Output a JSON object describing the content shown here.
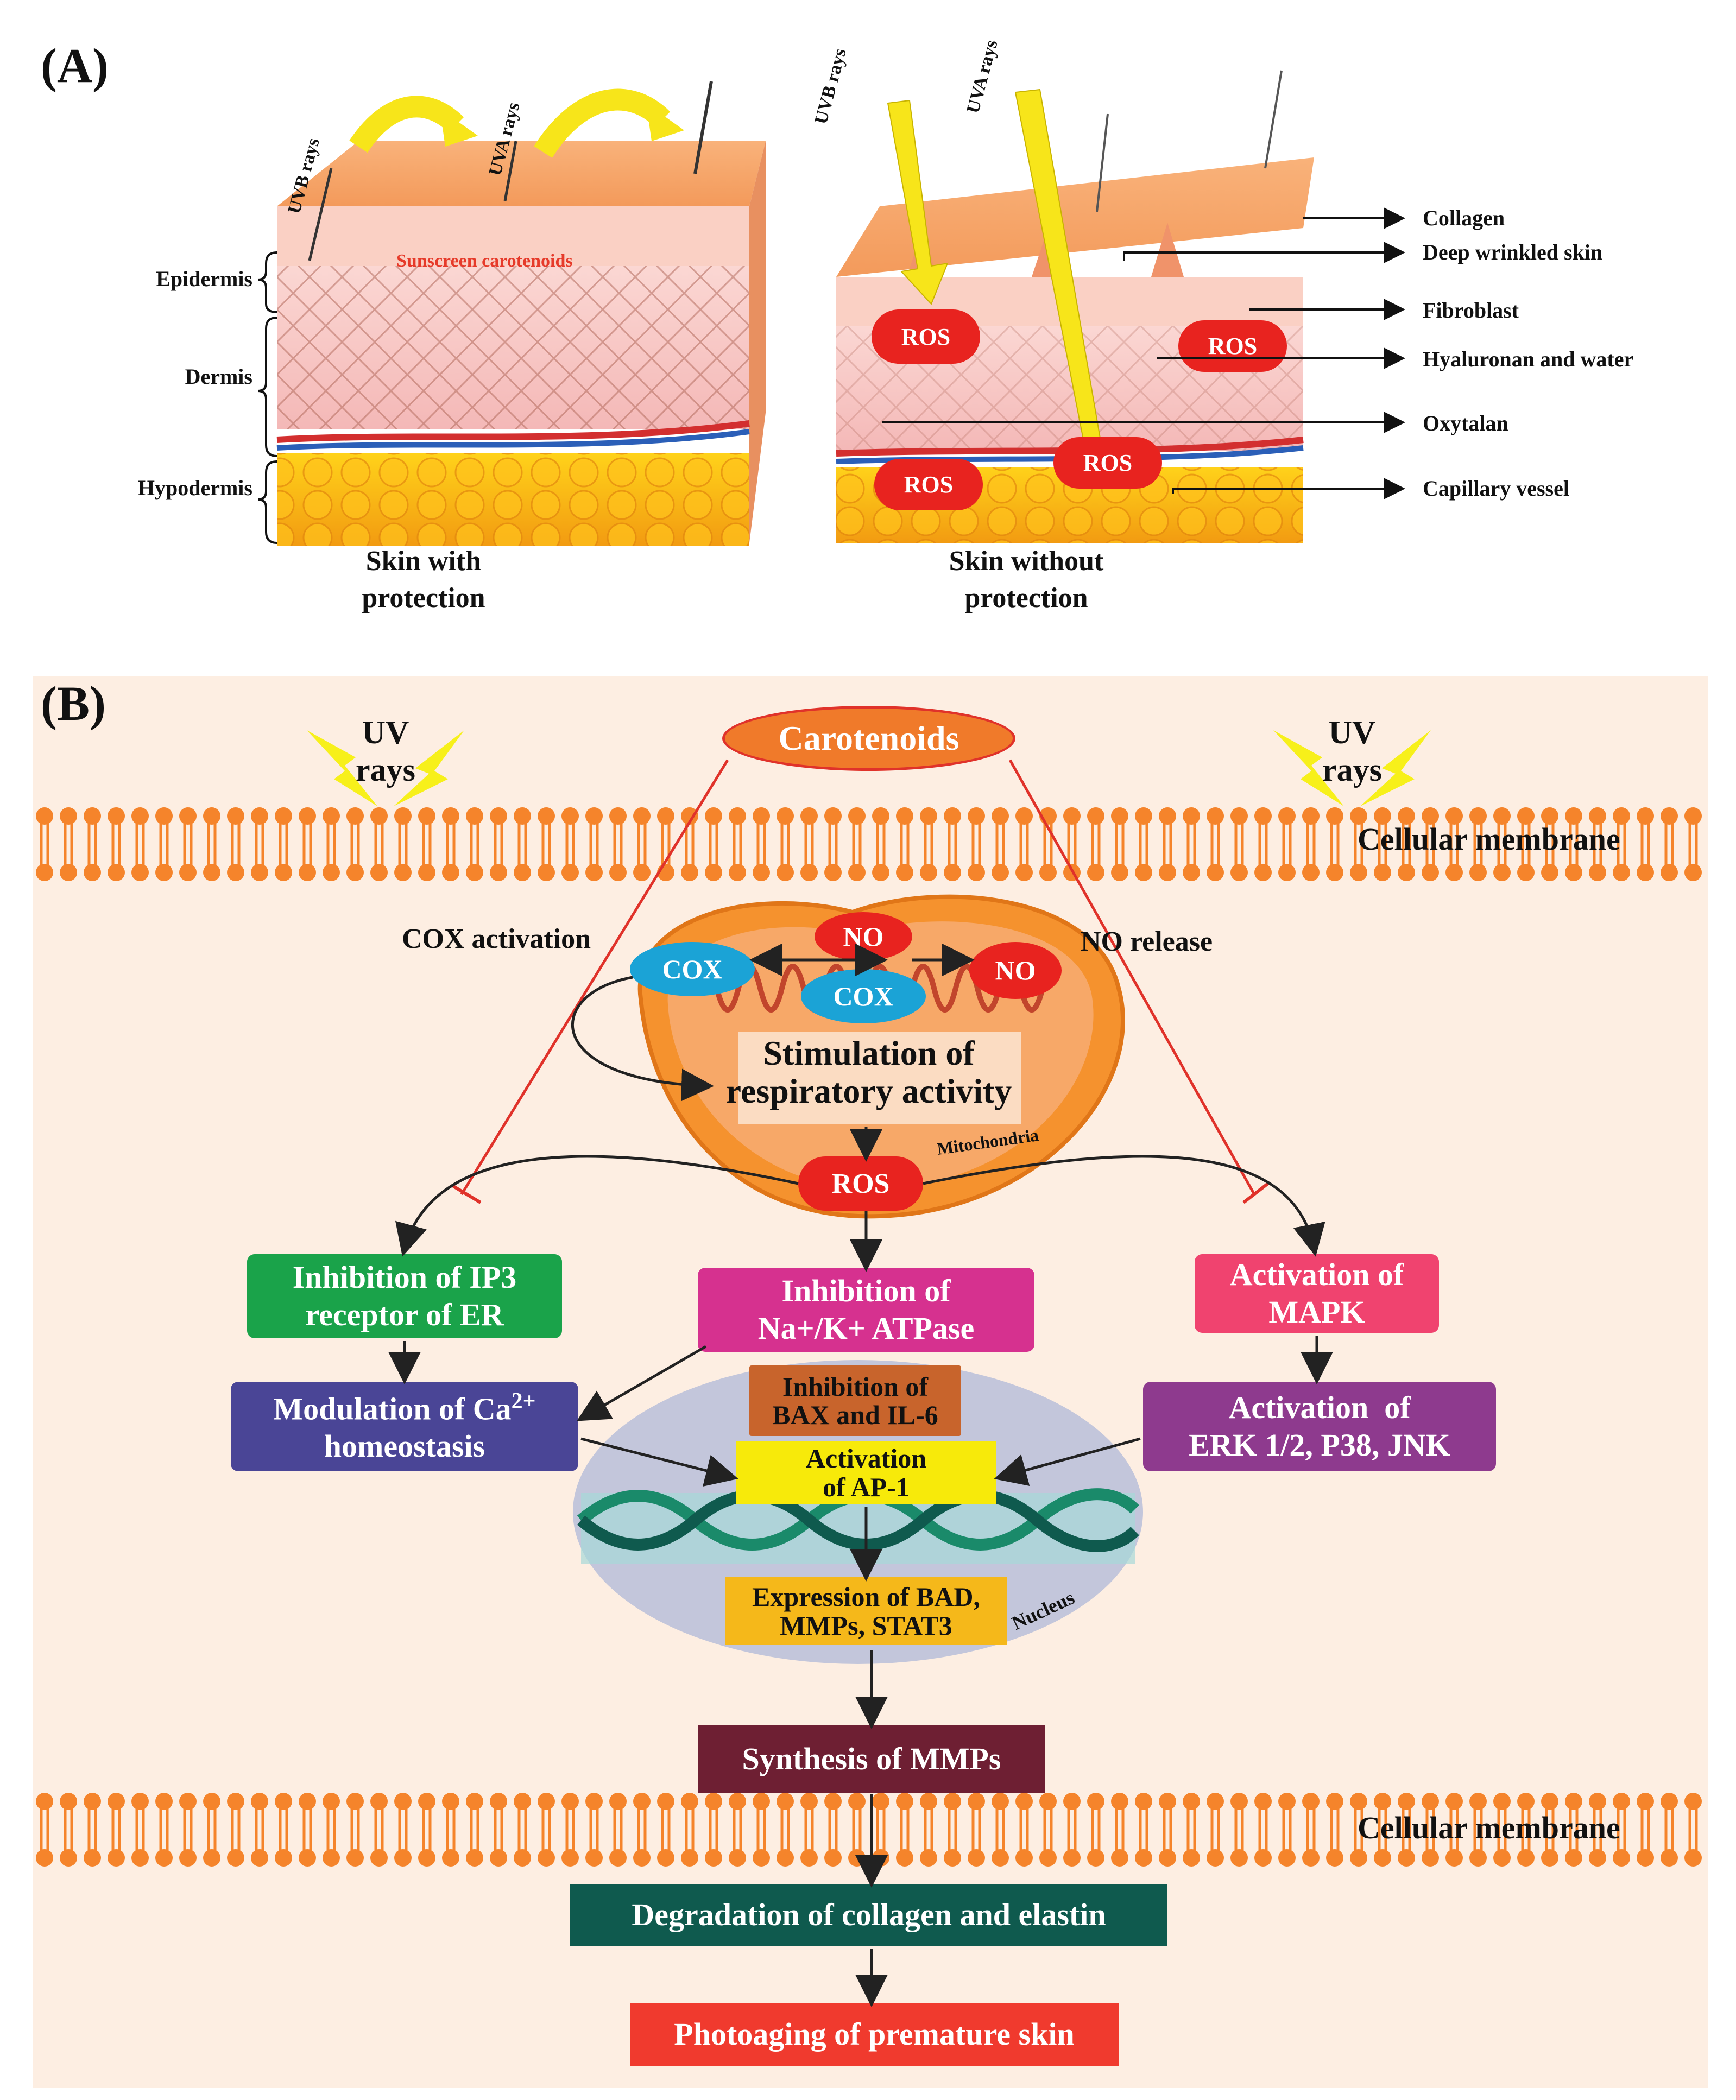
{
  "panel_a": {
    "label": "(A)",
    "layers": {
      "epidermis": "Epidermis",
      "dermis": "Dermis",
      "hypodermis": "Hypodermis"
    },
    "left_skin": {
      "uvb": "UVB rays",
      "uva": "UVA rays",
      "sunscreen": "Sunscreen carotenoids",
      "caption_line1": "Skin with",
      "caption_line2": "protection"
    },
    "right_skin": {
      "uvb": "UVB rays",
      "uva": "UVA rays",
      "ros": "ROS",
      "caption_line1": "Skin without",
      "caption_line2": "protection"
    },
    "callouts": [
      "Collagen",
      "Deep wrinkled skin",
      "Fibroblast",
      "Hyaluronan and water",
      "Oxytalan",
      "Capillary vessel"
    ]
  },
  "panel_b": {
    "label": "(B)",
    "carotenoids": "Carotenoids",
    "uv_left": {
      "line1": "UV",
      "line2": "rays"
    },
    "uv_right": {
      "line1": "UV",
      "line2": "rays"
    },
    "membrane_top": "Cellular membrane",
    "membrane_bottom": "Cellular membrane",
    "cox_activation": "COX activation",
    "no_release": "NO release",
    "no": "NO",
    "cox": "COX",
    "stimulation": {
      "line1": "Stimulation of",
      "line2": "respiratory activity"
    },
    "mitochondria": "Mitochondria",
    "ros": "ROS",
    "ip3": {
      "line1": "Inhibition of IP3",
      "line2": "receptor of ER"
    },
    "atpase": {
      "line1": "Inhibition of",
      "line2": "Na+/K+ ATPase"
    },
    "mapk": {
      "line1": "Activation of",
      "line2": "MAPK"
    },
    "calcium": {
      "line1a": "Modulation of Ca",
      "line1sup": "2+",
      "line2": "homeostasis"
    },
    "bax": {
      "line1": "Inhibition of",
      "line2": "BAX and IL-6"
    },
    "ap1": {
      "line1": "Activation",
      "line2": "of AP-1"
    },
    "erk": {
      "line1": "Activation  of",
      "line2": "ERK 1/2, P38, JNK"
    },
    "expression": {
      "line1": "Expression of BAD,",
      "line2": "MMPs, STAT3"
    },
    "nucleus": "Nucleus",
    "synthesis": "Synthesis of MMPs",
    "degradation": "Degradation of collagen and elastin",
    "photoaging": "Photoaging of premature skin"
  },
  "colors": {
    "background_b": "#fdeee2",
    "membrane": "#f5842b",
    "carotenoids": "#f07a2a",
    "ros_red": "#e8231f",
    "cox_blue": "#1ba3d6",
    "ip3_green": "#1aa34a",
    "atpase_magenta": "#d6318f",
    "mapk_pink": "#f0436f",
    "calcium_purple": "#4a4596",
    "erk_purple": "#8e3a8e",
    "bax_brown": "#c8642c",
    "ap1_yellow": "#f7ea0a",
    "expression_amber": "#f5b81a",
    "synthesis_maroon": "#6e1f33",
    "degradation_teal": "#0f5a4e",
    "photoaging_red": "#f03a2e"
  }
}
